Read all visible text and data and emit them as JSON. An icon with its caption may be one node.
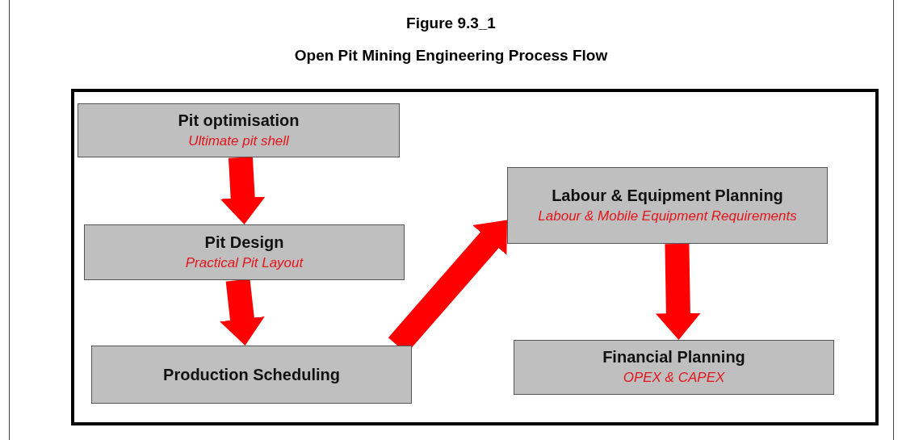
{
  "diagram": {
    "title": "Open Pit Mining Engineering Process Flow",
    "nodes": [
      {
        "text": [
          "Pit optimisation",
          "Ultimate pit shell"
        ]
      },
      {
        "text": [
          "Pit Design",
          "Practical Pit Layout"
        ]
      },
      {
        "text": [
          "Production Scheduling"
        ]
      },
      {
        "text": [
          "Labour & Equipment Planning",
          "Labour & Mobile Equipment Requirements"
        ]
      },
      {
        "text": [
          "Financial Planning",
          "OPEX & CAPEX"
        ]
      }
    ],
    "edges": [
      {
        "from": 0,
        "to": 1,
        "arrow": "to"
      },
      {
        "from": 1,
        "to": 2,
        "arrow": "to"
      },
      {
        "from": 2,
        "to": 3,
        "arrow": "to"
      },
      {
        "from": 3,
        "to": 4,
        "arrow": "to"
      }
    ],
    "labels": [
      "Figure 9.3_1"
    ]
  }
}
